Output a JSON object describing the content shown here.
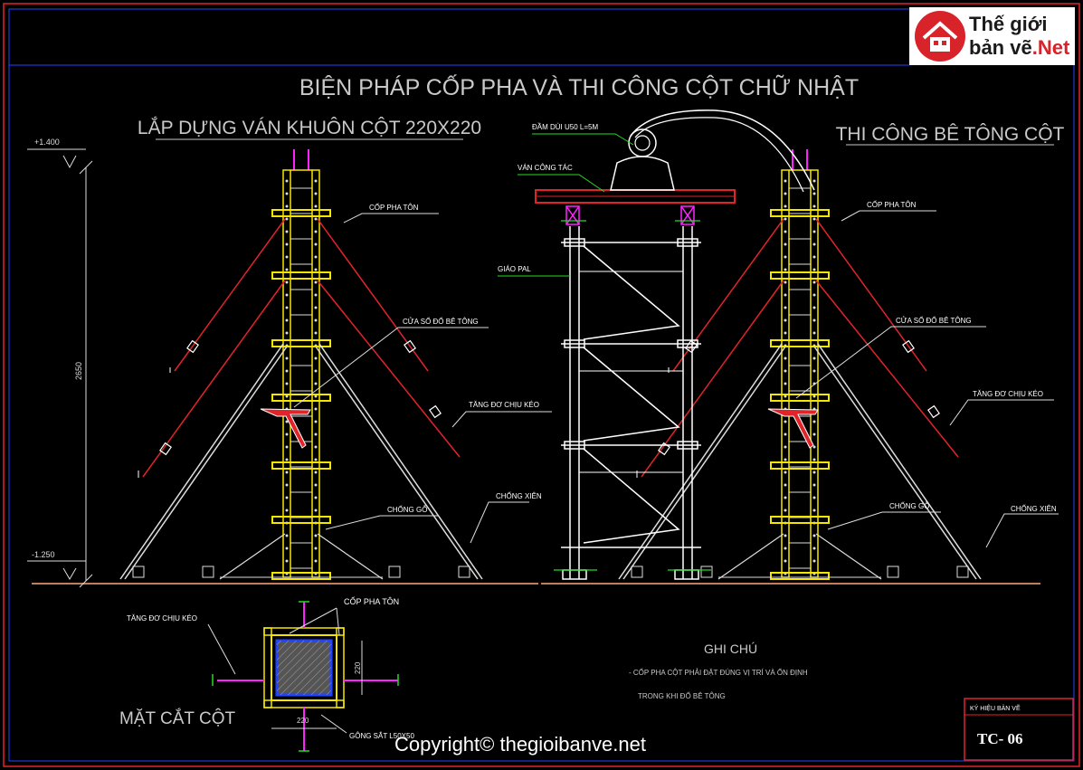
{
  "title": "BIỆN PHÁP CỐP PHA VÀ THI CÔNG CỘT CHỮ NHẬT",
  "left_title": "LẮP DỰNG VÁN KHUÔN CỘT 220X220",
  "right_title": "THI CÔNG BÊ TÔNG CỘT",
  "section_title": "MẶT CẮT CỘT",
  "levels": {
    "top": "+1.400",
    "bottom": "-1.250",
    "height": "2650"
  },
  "labels": {
    "formwork": "CỐP PHA TÔN",
    "pour_window": "CỬA SỔ ĐỔ BÊ TÔNG",
    "tension_turnbuckle": "TĂNG ĐƠ CHỊU KÉO",
    "wood_prop": "CHỐNG GỖ",
    "diagonal_prop": "CHỐNG XIÊN",
    "vibrator": "ĐẦM DÙI U50 L=5M",
    "work_platform": "VÁN CÔNG TÁC",
    "scaffold": "GIÁO PAL",
    "steel_collar": "GÔNG SẮT L50X50",
    "dim_220a": "220",
    "dim_220b": "220"
  },
  "notes": {
    "heading": "GHI CHÚ",
    "line1": "- CỐP PHA CỘT PHẢI ĐẶT ĐÚNG VỊ TRÍ VÀ ỔN ĐỊNH",
    "line2": "TRONG KHI ĐỔ BÊ TÔNG"
  },
  "title_block": {
    "label": "KÝ HIỆU BẢN VẼ",
    "code": "TC- 06"
  },
  "logo": {
    "line1": "Thế giới",
    "line2a": "bản vẽ",
    "line2b": ".Net"
  },
  "copyright": "Copyright© thegioibanve.net",
  "colors": {
    "title": "#c9c9c9",
    "red": "#e0242a",
    "yellow": "#f5e600",
    "white": "#ffffff",
    "cyan": "#00e5ff",
    "green": "#22dd22",
    "magenta": "#ff22ff"
  }
}
